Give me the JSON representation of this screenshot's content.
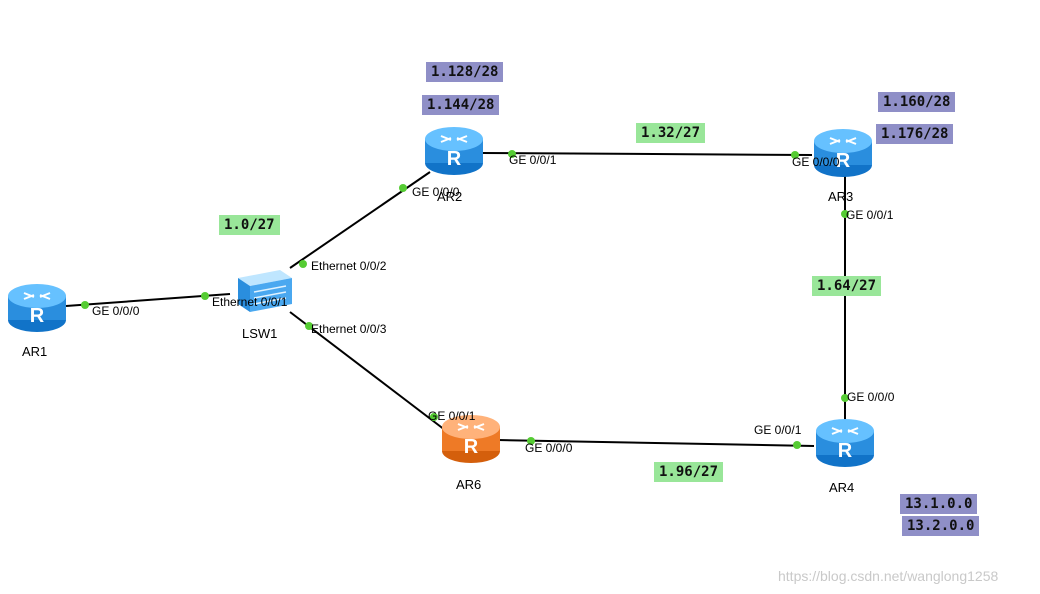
{
  "devices": {
    "ar1": {
      "label": "AR1",
      "type": "router",
      "color": "#1e90ff"
    },
    "lsw1": {
      "label": "LSW1",
      "type": "switch",
      "color": "#1e90ff"
    },
    "ar2": {
      "label": "AR2",
      "type": "router",
      "color": "#1e90ff"
    },
    "ar3": {
      "label": "AR3",
      "type": "router",
      "color": "#1e90ff"
    },
    "ar4": {
      "label": "AR4",
      "type": "router",
      "color": "#1e90ff"
    },
    "ar6": {
      "label": "AR6",
      "type": "router",
      "color": "#f07c24"
    }
  },
  "ports": {
    "ar1_ge000": "GE 0/0/0",
    "lsw1_e001": "Ethernet 0/0/1",
    "lsw1_e002": "Ethernet 0/0/2",
    "lsw1_e003": "Ethernet 0/0/3",
    "ar2_ge000": "GE 0/0/0",
    "ar2_ge001": "GE 0/0/1",
    "ar3_ge000": "GE 0/0/0",
    "ar3_ge001": "GE 0/0/1",
    "ar4_ge000": "GE 0/0/0",
    "ar4_ge001": "GE 0/0/1",
    "ar6_ge001": "GE 0/0/1",
    "ar6_ge000": "GE 0/0/0"
  },
  "tags": {
    "t1128": "1.128/28",
    "t1144": "1.144/28",
    "t132": "1.32/27",
    "t1160": "1.160/28",
    "t1176": "1.176/28",
    "t10": "1.0/27",
    "t164": "1.64/27",
    "t196": "1.96/27",
    "t1310": "13.1.0.0",
    "t1320": "13.2.0.0"
  },
  "colors": {
    "link": "#000000",
    "port_dot": "#55cc33",
    "tag_green": "#99e699",
    "tag_purple": "#8f8fc7"
  },
  "watermark": "https://blog.csdn.net/wanglong1258"
}
